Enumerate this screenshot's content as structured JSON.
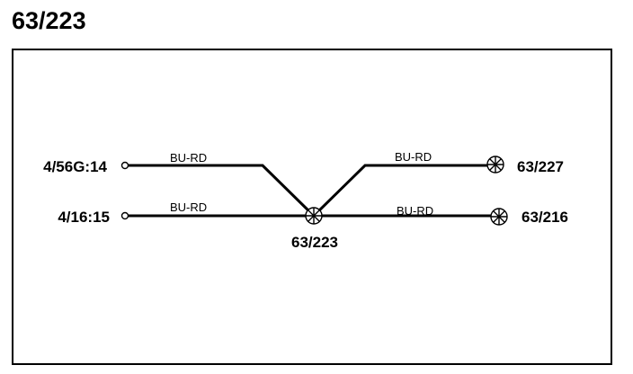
{
  "title": "63/223",
  "wire_color": "#000000",
  "connectors": {
    "left_top": "4/56G:14",
    "left_bottom": "4/16:15",
    "right_top": "63/227",
    "right_bottom": "63/216",
    "splice": "63/223"
  },
  "wires": {
    "left_top": "BU-RD",
    "left_bottom": "BU-RD",
    "right_top": "BU-RD",
    "right_bottom": "BU-RD"
  },
  "icons": {
    "pin_terminal": "open-circle-icon",
    "splice": "crossed-circle-splice-icon",
    "ground_terminal": "crossed-circle-terminal-icon"
  }
}
